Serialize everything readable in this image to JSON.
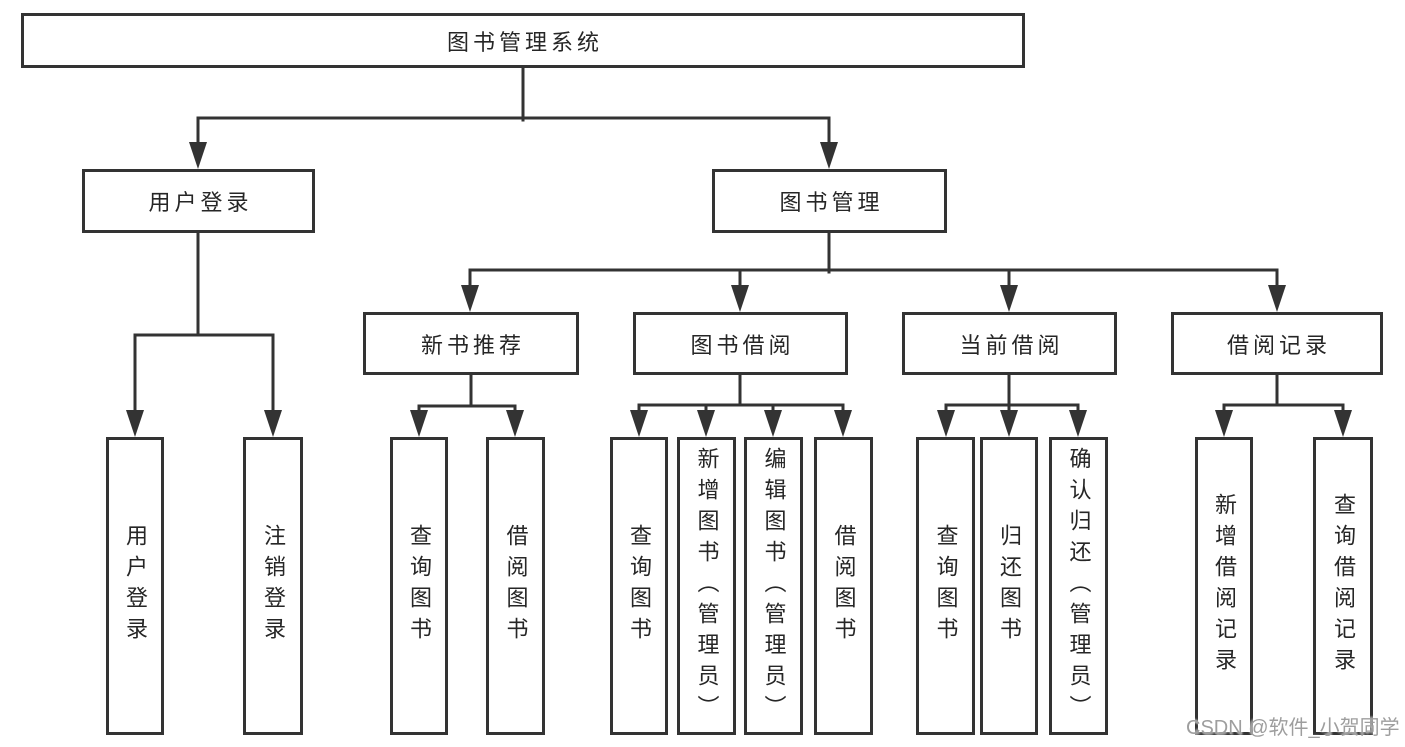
{
  "diagram": {
    "root_label": "图书管理系统",
    "branches": [
      {
        "label": "用户登录",
        "children": [
          {
            "label": "用户登录"
          },
          {
            "label": "注销登录"
          }
        ]
      },
      {
        "label": "图书管理",
        "children": [
          {
            "label": "新书推荐",
            "children": [
              {
                "label": "查询图书"
              },
              {
                "label": "借阅图书"
              }
            ]
          },
          {
            "label": "图书借阅",
            "children": [
              {
                "label": "查询图书"
              },
              {
                "label": "新增图书（管理员）"
              },
              {
                "label": "编辑图书（管理员）"
              },
              {
                "label": "借阅图书"
              }
            ]
          },
          {
            "label": "当前借阅",
            "children": [
              {
                "label": "查询图书"
              },
              {
                "label": "归还图书"
              },
              {
                "label": "确认归还（管理员）"
              }
            ]
          },
          {
            "label": "借阅记录",
            "children": [
              {
                "label": "新增借阅记录"
              },
              {
                "label": "查询借阅记录"
              }
            ]
          }
        ]
      }
    ]
  },
  "watermark": "CSDN @软件_小贺同学",
  "colors": {
    "line": "#333333",
    "box_border": "#333333",
    "text": "#262626",
    "watermark": "#9e9e9e",
    "background": "#ffffff"
  }
}
